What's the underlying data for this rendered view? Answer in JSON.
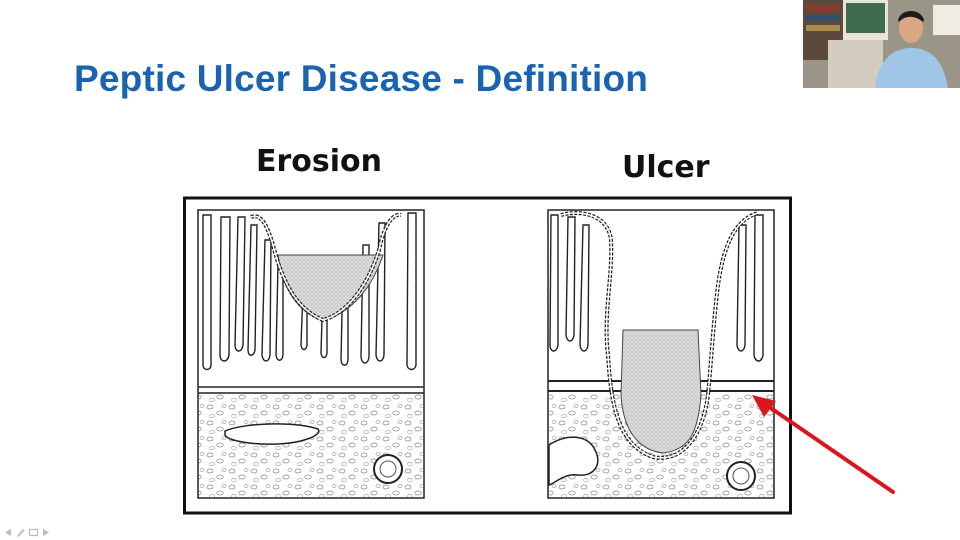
{
  "slide": {
    "title": "Peptic Ulcer Disease - Definition",
    "title_color": "#1a63b0"
  },
  "figure": {
    "left_label": "Erosion",
    "right_label": "Ulcer",
    "arrow_color": "#d9161c"
  },
  "webcam": {
    "description_icon": "presenter-video-icon"
  },
  "controls": [
    {
      "icon": "previous-slide-icon"
    },
    {
      "icon": "pen-icon"
    },
    {
      "icon": "slides-menu-icon"
    },
    {
      "icon": "next-slide-icon"
    }
  ]
}
